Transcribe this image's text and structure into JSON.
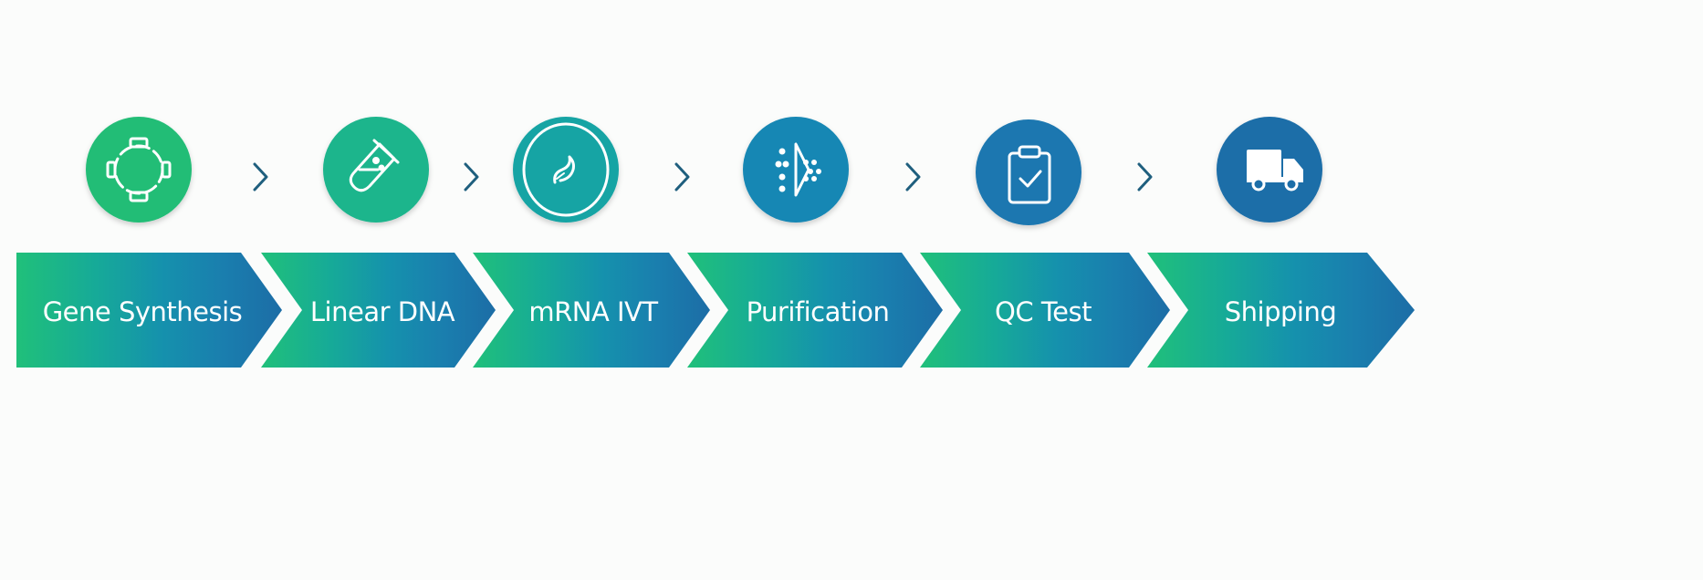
{
  "colors": {
    "background": "#fbfcfb",
    "connector": "#1f5f7e",
    "gradient": [
      "#20c07a",
      "#16aa98",
      "#1591ad",
      "#1a7eae",
      "#1c6da6"
    ]
  },
  "steps": [
    {
      "label": "Gene Synthesis",
      "icon": "plasmid-icon",
      "color": "#22bd76"
    },
    {
      "label": "Linear DNA",
      "icon": "test-tube-icon",
      "color": "#1cb58c"
    },
    {
      "label": "mRNA IVT",
      "icon": "rna-strand-icon",
      "color": "#16a4a4"
    },
    {
      "label": "Purification",
      "icon": "filter-dots-icon",
      "color": "#1787b4"
    },
    {
      "label": "QC Test",
      "icon": "clipboard-check-icon",
      "color": "#1a77b0"
    },
    {
      "label": "Shipping",
      "icon": "truck-icon",
      "color": "#1c6ea8"
    }
  ]
}
